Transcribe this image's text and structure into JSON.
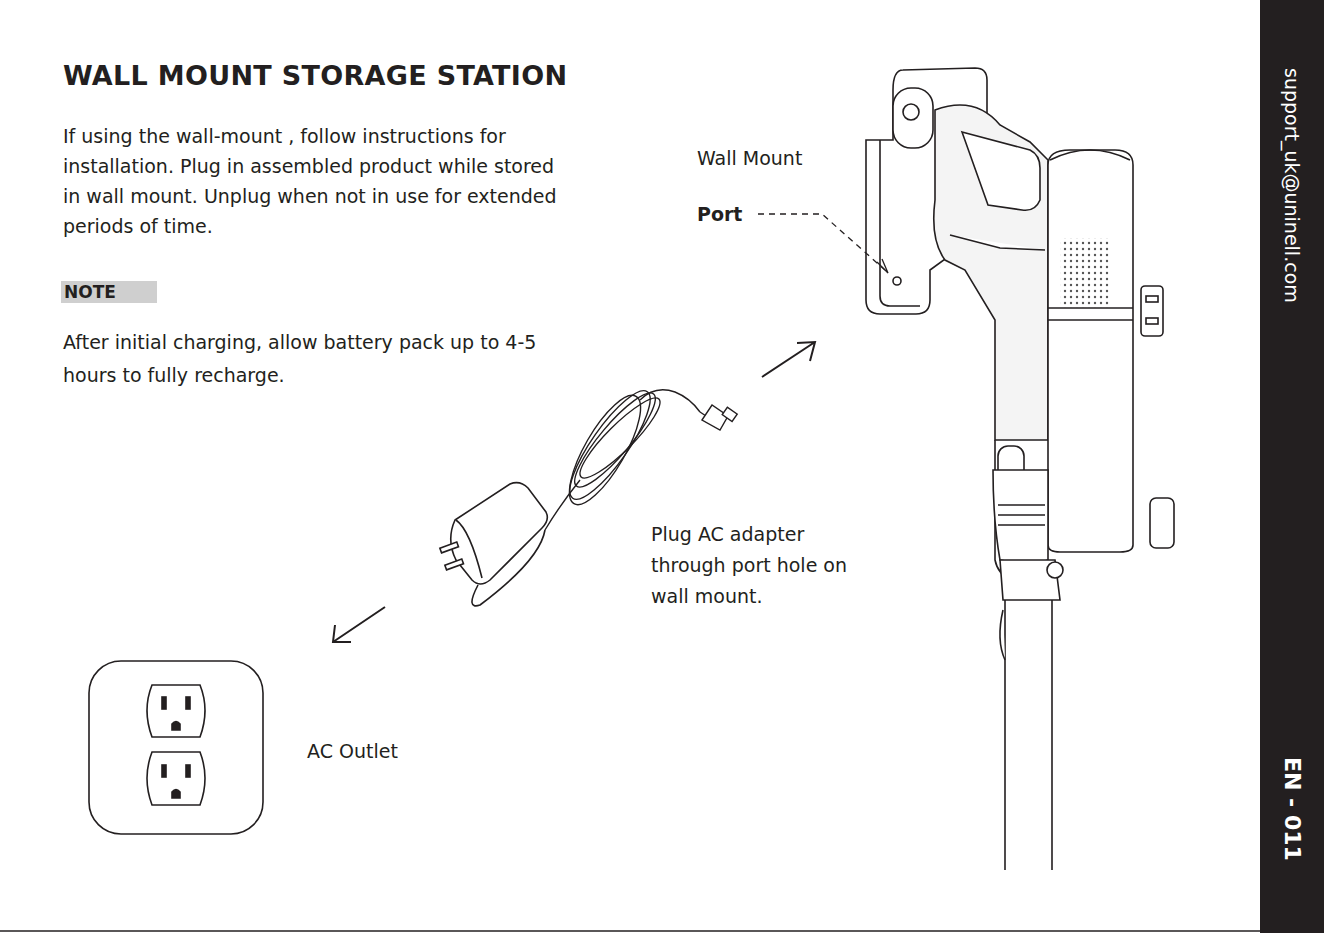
{
  "diagram": {
    "title": "WALL MOUNT STORAGE STATION",
    "nodes": [
      {
        "text": [
          "NOTE"
        ]
      },
      {
        "text": [
          "support_uk@uninell.com",
          "EN - 011"
        ]
      }
    ],
    "labels": [
      "If using the wall-mount , follow instructions for installation. Plug in assembled product while stored in wall mount. Unplug when not in use for extended periods of time.",
      "After initial charging, allow battery pack up to 4-5 hours to fully recharge.",
      "Wall Mount",
      "Port",
      "Plug AC adapter through port hole on wall mount.",
      "AC Outlet"
    ]
  }
}
